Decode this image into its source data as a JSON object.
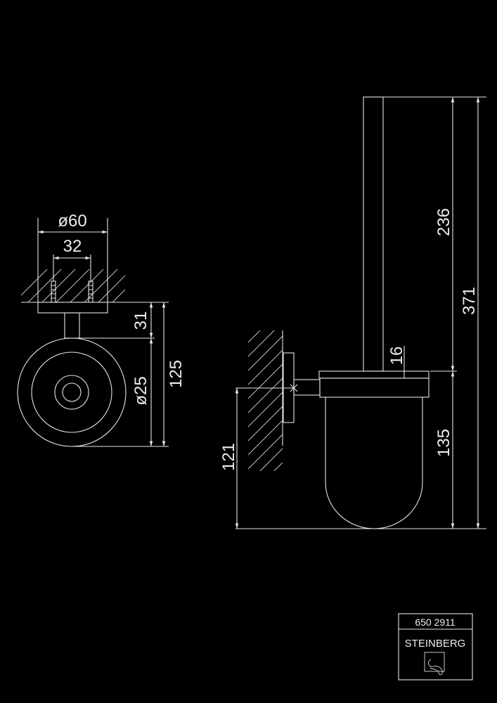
{
  "drawing": {
    "side_view": {
      "dimensions": {
        "flange_diameter": "ø60",
        "screw_spacing": "32",
        "wall_to_cup": "31",
        "cup_diameter": "ø25",
        "total_depth": "125"
      }
    },
    "front_view": {
      "dimensions": {
        "handle_height": "236",
        "total_height": "371",
        "lid_thickness": "16",
        "cup_height": "135",
        "mount_height": "121"
      }
    }
  },
  "title_block": {
    "article_number": "650 2911",
    "brand": "STEINBERG"
  },
  "colors": {
    "background": "#000000",
    "lines": "#e6e6e6"
  }
}
